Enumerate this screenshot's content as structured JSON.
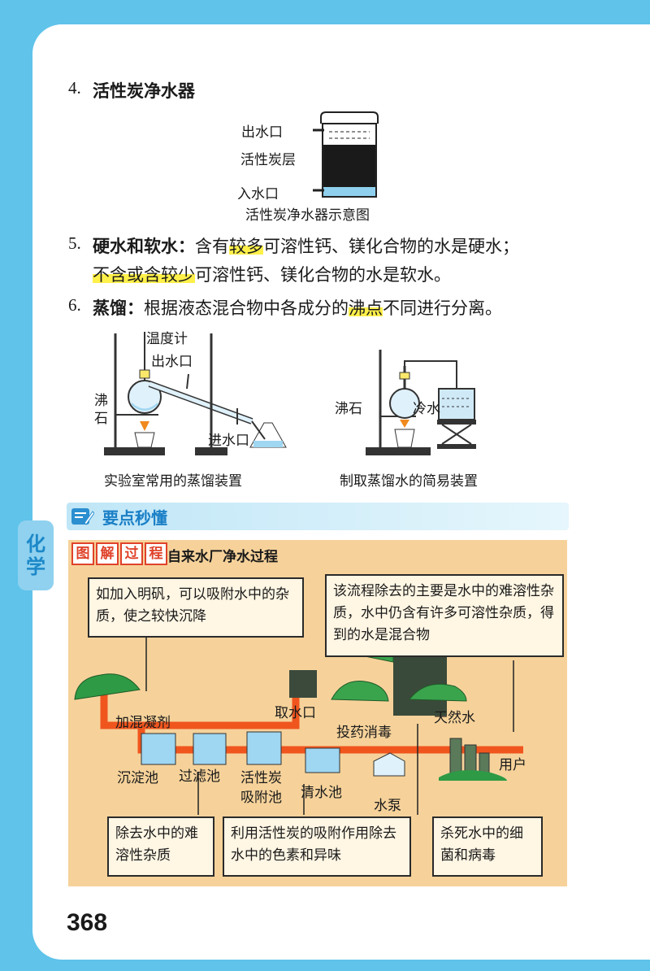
{
  "item4": {
    "num": "4.",
    "title": "活性炭净水器"
  },
  "filter_diagram": {
    "outlet": "出水口",
    "layer": "活性炭层",
    "inlet": "入水口",
    "caption": "活性炭净水器示意图"
  },
  "item5": {
    "num": "5.",
    "term": "硬水和软水",
    "colon": "：",
    "p1": "含有",
    "hl1": "较多",
    "p2": "可溶性钙、镁化合物的水是硬水；",
    "hl2": "不含或含较少",
    "p3": "可溶性钙、镁化合物的水是软水。"
  },
  "item6": {
    "num": "6.",
    "term": "蒸馏",
    "colon": "：",
    "p1": "根据液态混合物中各成分的",
    "hl1": "沸点",
    "p2": "不同进行分离。"
  },
  "distill_left": {
    "thermometer": "温度计",
    "outlet": "出水口",
    "stone1": "沸",
    "stone2": "石",
    "inlet": "进水口",
    "caption": "实验室常用的蒸馏装置"
  },
  "distill_right": {
    "stone": "沸石",
    "cold": "冷水",
    "caption": "制取蒸馏水的简易装置"
  },
  "section": {
    "title": "要点秒懂"
  },
  "side_tab": {
    "c1": "化",
    "c2": "学"
  },
  "flow": {
    "badge": [
      "图",
      "解",
      "过",
      "程"
    ],
    "title": "自来水厂净水过程",
    "box_alum": "如加入明矾，可以吸附水中的杂质，使之较快沉降",
    "box_summary": "该流程除去的主要是水中的难溶性杂质，水中仍含有许多可溶性杂质，得到的水是混合物",
    "coagulant": "加混凝剂",
    "intake": "取水口",
    "natural": "天然水",
    "disinfect": "投药消毒",
    "sediment": "沉淀池",
    "filter": "过滤池",
    "carbon1": "活性炭",
    "carbon2": "吸附池",
    "clear": "清水池",
    "pump": "水泵",
    "user": "用户",
    "box_insoluble": "除去水中的难溶性杂质",
    "box_carbon": "利用活性炭的吸附作用除去水中的色素和异味",
    "box_kill": "杀死水中的细菌和病毒"
  },
  "page_number": "368"
}
